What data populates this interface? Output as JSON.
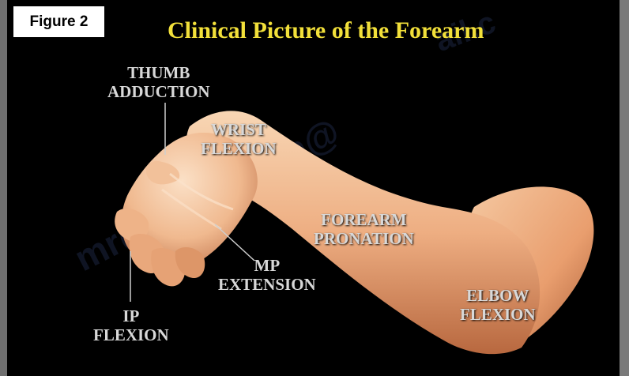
{
  "figure": {
    "tag": "Figure 2",
    "title": "Clinical Picture of the Forearm"
  },
  "labels": {
    "thumb": [
      "THUMB",
      "ADDUCTION"
    ],
    "wrist": [
      "WRIST",
      "FLEXION"
    ],
    "forearm": [
      "FOREARM",
      "PRONATION"
    ],
    "mp": [
      "MP",
      "EXTENSION"
    ],
    "ip": [
      "IP",
      "FLEXION"
    ],
    "elbow": [
      "ELBOW",
      "FLEXION"
    ]
  },
  "colors": {
    "background": "#000000",
    "title": "#f2e03a",
    "label": "#d8d8d8",
    "skin_light": "#f6cfaa",
    "skin_mid": "#e8a578",
    "skin_dark": "#b86a42",
    "leader_line": "#cfcfcf"
  }
}
